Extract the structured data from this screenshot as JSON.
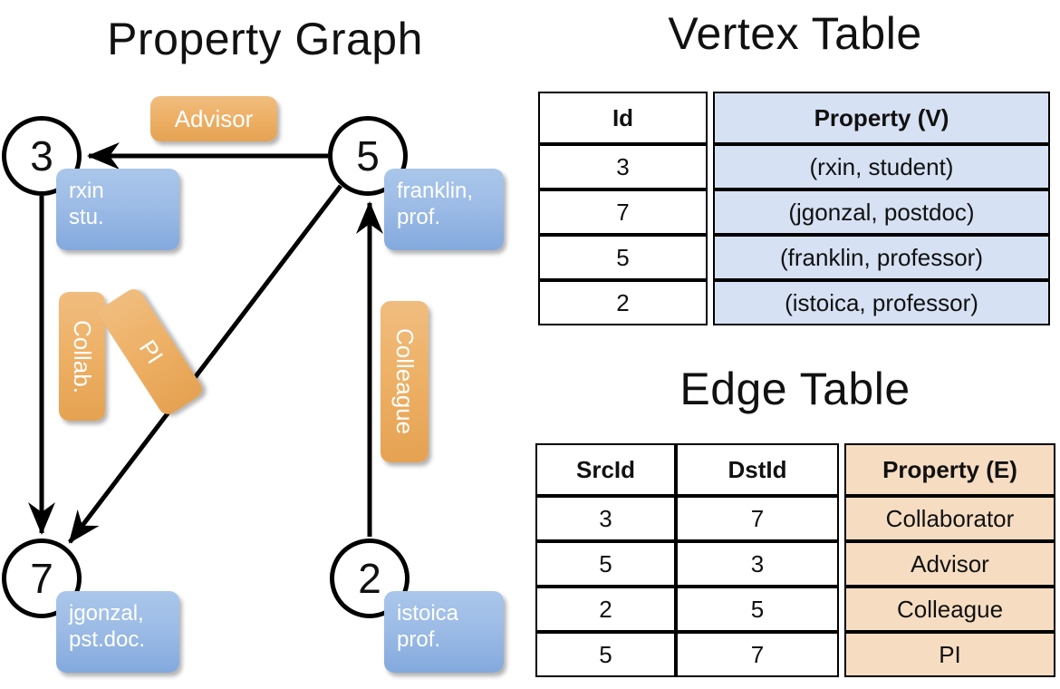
{
  "titles": {
    "property_graph": "Property Graph",
    "vertex_table": "Vertex Table",
    "edge_table": "Edge Table"
  },
  "colors": {
    "vertex_property_cell": "#d6e1f3",
    "edge_property_cell": "#f6ddc2",
    "node_property_box": "#9dbce6",
    "edge_label_box": "#eeb167",
    "stroke": "#000000"
  },
  "graph": {
    "nodes": [
      {
        "id": "3",
        "label": "3",
        "property_lines": [
          "rxin",
          "stu."
        ]
      },
      {
        "id": "5",
        "label": "5",
        "property_lines": [
          "franklin,",
          "prof."
        ]
      },
      {
        "id": "7",
        "label": "7",
        "property_lines": [
          "jgonzal,",
          "pst.doc."
        ]
      },
      {
        "id": "2",
        "label": "2",
        "property_lines": [
          "istoica",
          "prof."
        ]
      }
    ],
    "edge_labels": [
      {
        "name": "advisor",
        "text": "Advisor",
        "orientation": "horizontal"
      },
      {
        "name": "collab",
        "text": "Collab.",
        "orientation": "vertical"
      },
      {
        "name": "pi",
        "text": "PI",
        "orientation": "vertical-rotated"
      },
      {
        "name": "colleague",
        "text": "Colleague",
        "orientation": "vertical"
      }
    ],
    "edges": [
      {
        "from": "5",
        "to": "3",
        "label": "Advisor"
      },
      {
        "from": "3",
        "to": "7",
        "label": "Collab."
      },
      {
        "from": "5",
        "to": "7",
        "label": "PI"
      },
      {
        "from": "2",
        "to": "5",
        "label": "Colleague"
      }
    ]
  },
  "vertex_table": {
    "headers": [
      "Id",
      "Property (V)"
    ],
    "rows": [
      {
        "id": "3",
        "property": "(rxin, student)"
      },
      {
        "id": "7",
        "property": "(jgonzal, postdoc)"
      },
      {
        "id": "5",
        "property": "(franklin, professor)"
      },
      {
        "id": "2",
        "property": "(istoica, professor)"
      }
    ]
  },
  "edge_table": {
    "headers": [
      "SrcId",
      "DstId",
      "Property (E)"
    ],
    "rows": [
      {
        "src": "3",
        "dst": "7",
        "property": "Collaborator"
      },
      {
        "src": "5",
        "dst": "3",
        "property": "Advisor"
      },
      {
        "src": "2",
        "dst": "5",
        "property": "Colleague"
      },
      {
        "src": "5",
        "dst": "7",
        "property": "PI"
      }
    ]
  }
}
